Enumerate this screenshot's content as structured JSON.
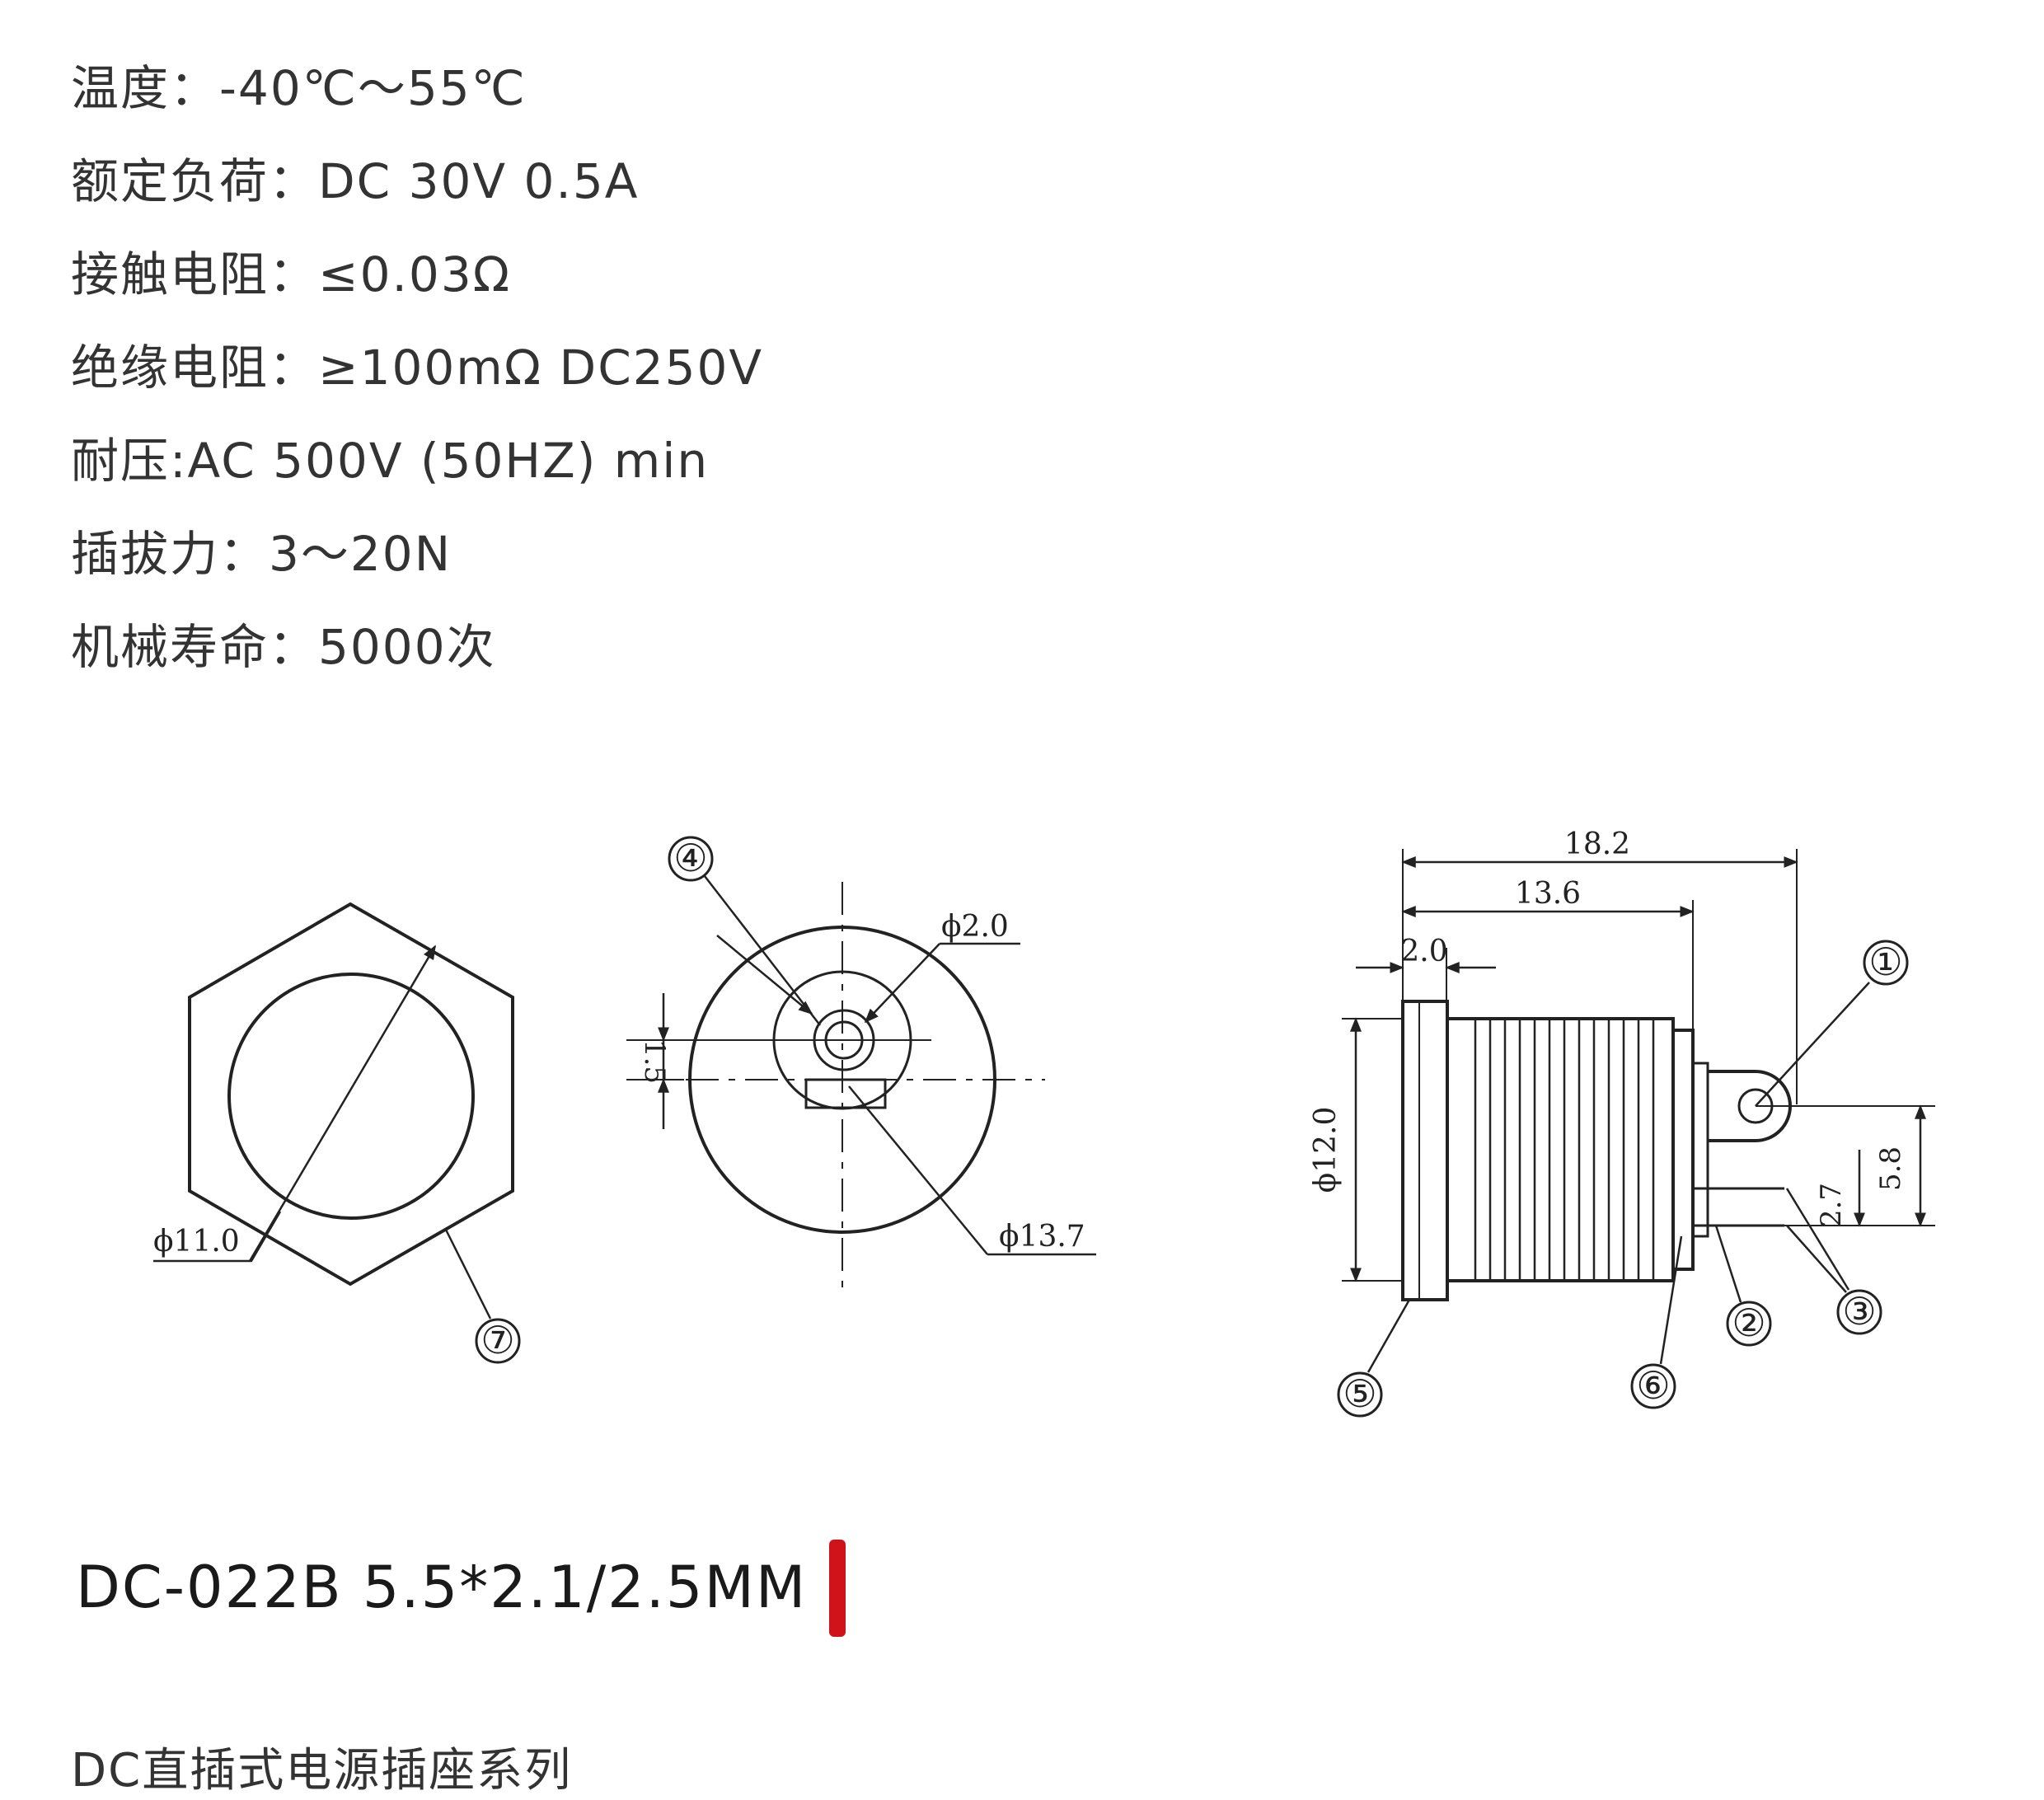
{
  "specs": [
    "温度：-40℃～55℃",
    "额定负荷：DC 30V 0.5A",
    "接触电阻：≤0.03Ω",
    "绝缘电阻：≥100mΩ DC250V",
    "耐压:AC 500V (50HZ) min",
    "插拔力：3～20N",
    "机械寿命：5000次"
  ],
  "drawing": {
    "dims": {
      "d11": "ϕ11.0",
      "d2": "ϕ2.0",
      "d137": "ϕ13.7",
      "h15": "1.5",
      "l182": "18.2",
      "l136": "13.6",
      "l20": "2.0",
      "d12": "ϕ12.0",
      "h58": "5.8",
      "h27": "2.7"
    },
    "callouts": {
      "c1": "①",
      "c2": "②",
      "c3": "③",
      "c4": "④",
      "c5": "⑤",
      "c6": "⑥",
      "c7": "⑦"
    }
  },
  "model_title": "DC-022B 5.5*2.1/2.5MM",
  "accent_color": "#d0121b",
  "series_title": "DC直插式电源插座系列"
}
